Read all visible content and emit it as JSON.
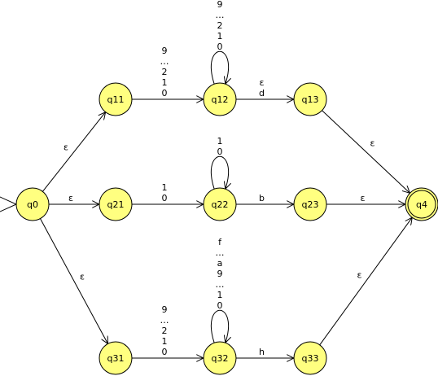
{
  "colors": {
    "state_fill": "#ffff80",
    "stroke": "#000000",
    "background": "#ffffff"
  },
  "diagram": {
    "start_state": "q0",
    "states": [
      {
        "id": "q0",
        "label": "q0",
        "accepting": false
      },
      {
        "id": "q11",
        "label": "q11",
        "accepting": false
      },
      {
        "id": "q12",
        "label": "q12",
        "accepting": false
      },
      {
        "id": "q13",
        "label": "q13",
        "accepting": false
      },
      {
        "id": "q21",
        "label": "q21",
        "accepting": false
      },
      {
        "id": "q22",
        "label": "q22",
        "accepting": false
      },
      {
        "id": "q23",
        "label": "q23",
        "accepting": false
      },
      {
        "id": "q31",
        "label": "q31",
        "accepting": false
      },
      {
        "id": "q32",
        "label": "q32",
        "accepting": false
      },
      {
        "id": "q33",
        "label": "q33",
        "accepting": false
      },
      {
        "id": "q4",
        "label": "q4",
        "accepting": true
      }
    ],
    "transitions": [
      {
        "from": "q0",
        "to": "q11",
        "labels": [
          "ε"
        ]
      },
      {
        "from": "q0",
        "to": "q21",
        "labels": [
          "ε"
        ]
      },
      {
        "from": "q0",
        "to": "q31",
        "labels": [
          "ε"
        ]
      },
      {
        "from": "q11",
        "to": "q12",
        "labels": [
          "9",
          "…",
          "2",
          "1",
          "0"
        ]
      },
      {
        "from": "q12",
        "to": "q12",
        "labels": [
          "9",
          "…",
          "2",
          "1",
          "0"
        ]
      },
      {
        "from": "q12",
        "to": "q13",
        "labels": [
          "ε",
          "d"
        ]
      },
      {
        "from": "q13",
        "to": "q4",
        "labels": [
          "ε"
        ]
      },
      {
        "from": "q21",
        "to": "q22",
        "labels": [
          "1",
          "0"
        ]
      },
      {
        "from": "q22",
        "to": "q22",
        "labels": [
          "1",
          "0"
        ]
      },
      {
        "from": "q22",
        "to": "q23",
        "labels": [
          "b"
        ]
      },
      {
        "from": "q23",
        "to": "q4",
        "labels": [
          "ε"
        ]
      },
      {
        "from": "q31",
        "to": "q32",
        "labels": [
          "9",
          "…",
          "2",
          "1",
          "0"
        ]
      },
      {
        "from": "q32",
        "to": "q32",
        "labels": [
          "f",
          "…",
          "a",
          "9",
          "…",
          "1",
          "0"
        ]
      },
      {
        "from": "q32",
        "to": "q33",
        "labels": [
          "h"
        ]
      },
      {
        "from": "q33",
        "to": "q4",
        "labels": [
          "ε"
        ]
      }
    ]
  }
}
